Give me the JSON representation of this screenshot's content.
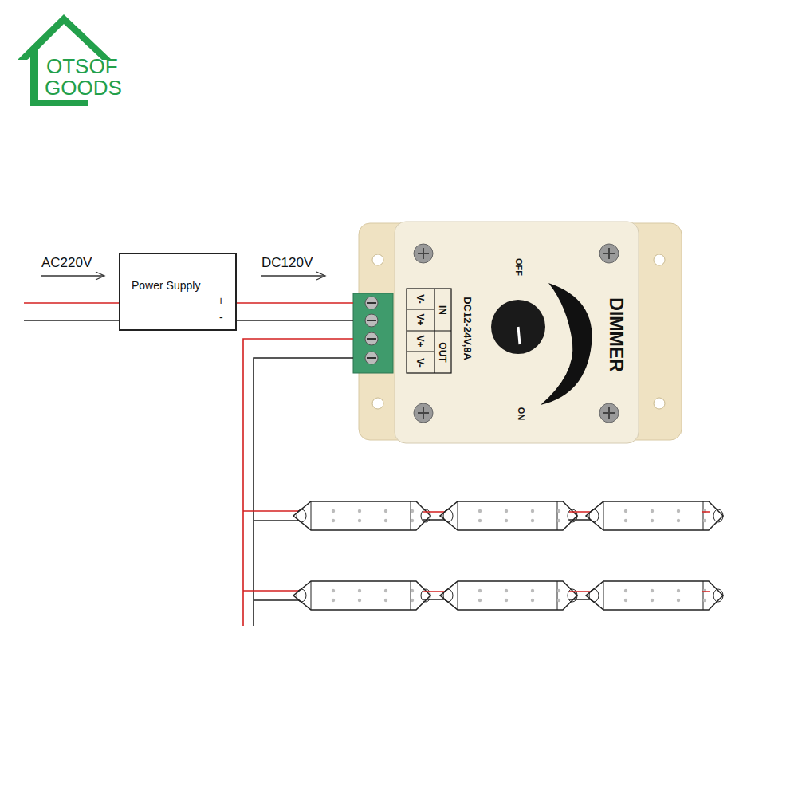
{
  "diagram": {
    "nodes": [
      {
        "text": [
          "Power Supply",
          "+",
          "-"
        ]
      },
      {
        "text": [
          "DIMMER"
        ]
      }
    ],
    "edges": [
      {
        "from": 0,
        "to": 1,
        "arrow": "none"
      },
      {
        "from": 0,
        "to": 1,
        "arrow": "none"
      }
    ],
    "labels": [
      "OTSOF",
      "GOODS",
      "AC220V",
      "DC120V",
      "OFF",
      "ON",
      "DC12-24V,8A",
      "IN",
      "OUT",
      "V-",
      "V+",
      "V+",
      "V-"
    ]
  }
}
